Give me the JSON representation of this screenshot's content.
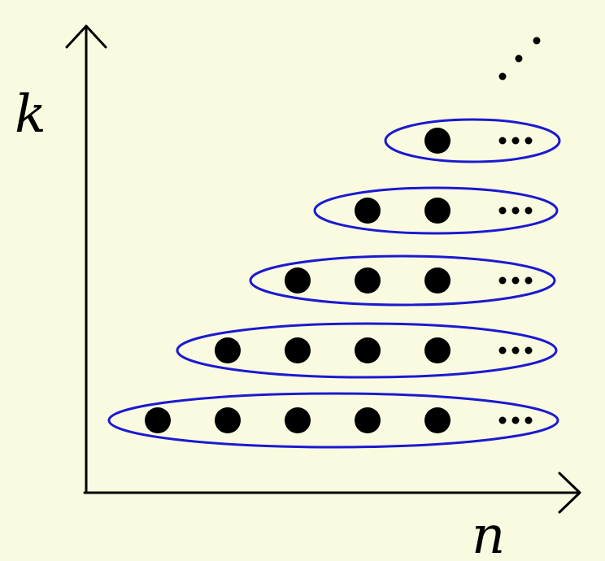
{
  "diagram": {
    "axis_labels": {
      "vertical": "k",
      "horizontal": "n"
    },
    "rows": [
      {
        "k": 1,
        "dot_count": 5,
        "continues": true
      },
      {
        "k": 2,
        "dot_count": 4,
        "continues": true
      },
      {
        "k": 3,
        "dot_count": 3,
        "continues": true
      },
      {
        "k": 4,
        "dot_count": 2,
        "continues": true
      },
      {
        "k": 5,
        "dot_count": 1,
        "continues": true
      }
    ],
    "continues_upward": true,
    "colors": {
      "background": "#fafae1",
      "ellipse_stroke": "#1a1ad0",
      "dot_fill": "#000000",
      "axis": "#000000"
    }
  }
}
